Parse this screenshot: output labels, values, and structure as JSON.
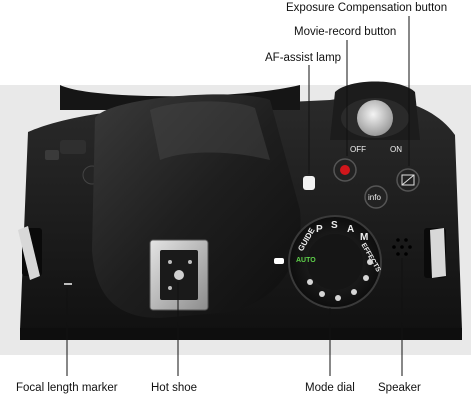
{
  "figure": {
    "subject": "camera-top-view",
    "colors": {
      "background": "#ffffff",
      "backdrop": "#e9e9e9",
      "body": "#1b1b1b",
      "leader": "#111111",
      "afLamp": "#f2f2f2",
      "recordDot": "#d0161b"
    }
  },
  "callouts": {
    "exposure_compensation": "Exposure Compensation button",
    "movie_record": "Movie-record button",
    "af_assist": "AF-assist lamp",
    "focal_length_marker": "Focal length marker",
    "hot_shoe": "Hot shoe",
    "mode_dial": "Mode dial",
    "speaker": "Speaker"
  },
  "camera_markings": {
    "power_off": "OFF",
    "power_on": "ON",
    "info": "info",
    "dial_modes": [
      "S",
      "A",
      "M",
      "EFFECTS",
      "GUIDE",
      "AUTO",
      "P"
    ]
  }
}
